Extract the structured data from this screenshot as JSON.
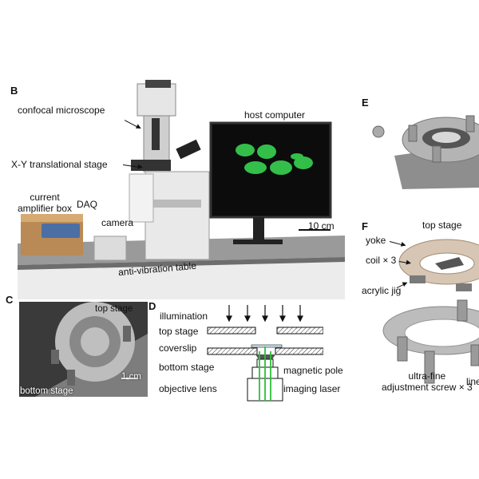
{
  "panelB": {
    "letter": "B",
    "labels": {
      "confocal": "confocal microscope",
      "xy_stage": "X-Y translational stage",
      "host": "host computer",
      "current_amp": "current\namplifier box",
      "daq": "DAQ",
      "camera": "camera",
      "scale": "10 cm",
      "table": "anti-vibration table"
    }
  },
  "panelC": {
    "letter": "C",
    "labels": {
      "top_stage": "top stage",
      "bottom_stage": "bottom stage",
      "scale": "1 cm"
    }
  },
  "panelD": {
    "letter": "D",
    "labels": {
      "illumination": "illumination",
      "top_stage": "top stage",
      "coverslip": "coverslip",
      "bottom_stage": "bottom stage",
      "objective": "objective lens",
      "magnetic_pole": "magnetic pole",
      "imaging_laser": "imaging laser"
    }
  },
  "panelE": {
    "letter": "E"
  },
  "panelF": {
    "letter": "F",
    "labels": {
      "top_stage": "top stage",
      "yoke": "yoke",
      "coil": "coil × 3",
      "acrylic_jig": "acrylic jig",
      "screw": "ultra-fine\nadjustment screw × 3",
      "cut_label": "line"
    }
  },
  "colors": {
    "cell_green": "#3adf55",
    "laser_green": "#2fbf3a",
    "table_grey": "#9a9a9a"
  }
}
